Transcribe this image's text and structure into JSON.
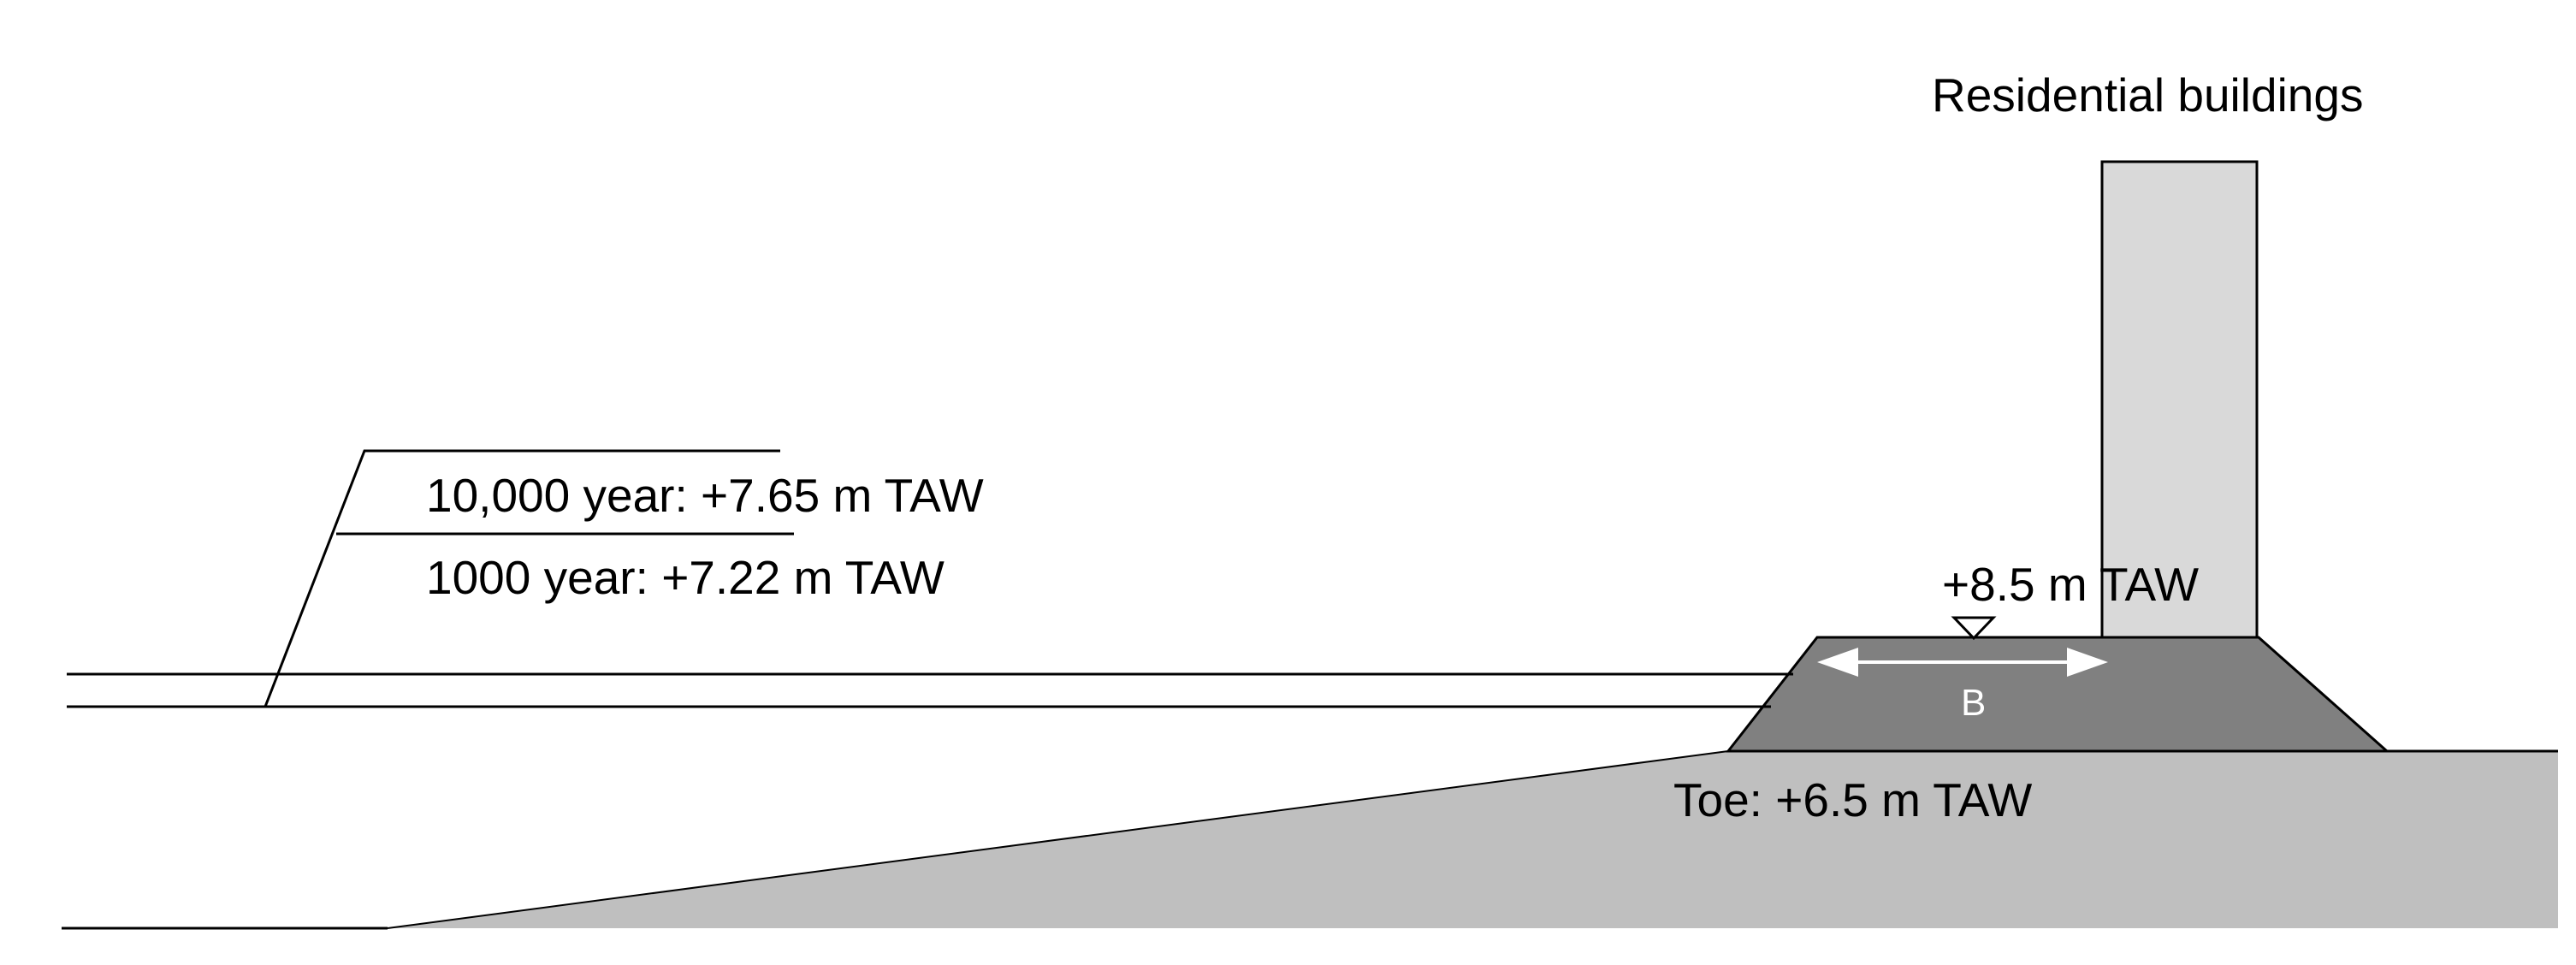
{
  "labels": {
    "buildings": "Residential buildings",
    "level_10000": "10,000 year: +7.65 m TAW",
    "level_1000": "1000 year: +7.22 m TAW",
    "crest": "+8.5 m TAW",
    "width_symbol": "B",
    "toe": "Toe: +6.5 m TAW"
  },
  "colors": {
    "ground": "#bfbfbf",
    "dike": "#808080",
    "building": "#d9d9d9",
    "line": "#000000",
    "arrow": "#ffffff"
  }
}
